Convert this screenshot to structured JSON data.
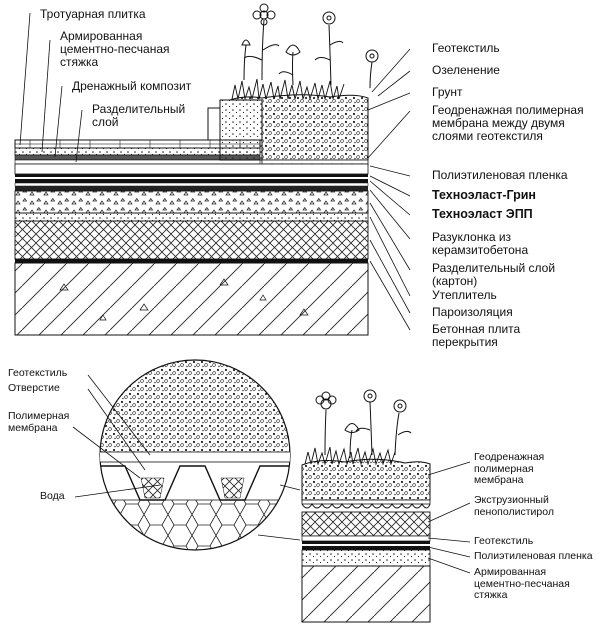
{
  "main_section": {
    "left_labels": [
      {
        "id": "tile",
        "text": "Тротуарная плитка"
      },
      {
        "id": "screed",
        "text": "Армированная\nцементно-песчаная\nстяжка"
      },
      {
        "id": "drain_comp",
        "text": "Дренажный композит"
      },
      {
        "id": "sep",
        "text": "Разделительный\nслой"
      }
    ],
    "right_labels": [
      {
        "id": "geotex",
        "text": "Геотекстиль",
        "bold": false
      },
      {
        "id": "green",
        "text": "Озеленение",
        "bold": false
      },
      {
        "id": "soil",
        "text": "Грунт",
        "bold": false
      },
      {
        "id": "membrane",
        "text": "Геодренажная полимерная\nмембрана между двумя\nслоями геотекстиля",
        "bold": false
      },
      {
        "id": "pe",
        "text": "Полиэтиленовая пленка",
        "bold": false
      },
      {
        "id": "tgreen",
        "text": "Техноэласт-Грин",
        "bold": true
      },
      {
        "id": "tepp",
        "text": "Техноэласт ЭПП",
        "bold": true
      },
      {
        "id": "slope",
        "text": "Разуклонка из\nкерамзитобетона",
        "bold": false
      },
      {
        "id": "sep2",
        "text": "Разделительный слой\n(картон)",
        "bold": false
      },
      {
        "id": "insul",
        "text": "Утеплитель",
        "bold": false
      },
      {
        "id": "vapor",
        "text": "Пароизоляция",
        "bold": false
      },
      {
        "id": "slab",
        "text": "Бетонная плита\nперекрытия",
        "bold": false
      }
    ]
  },
  "detail_section": {
    "left_labels": [
      {
        "id": "d_geotex",
        "text": "Геотекстиль"
      },
      {
        "id": "d_hole",
        "text": "Отверстие"
      },
      {
        "id": "d_poly",
        "text": "Полимерная\nмембрана"
      },
      {
        "id": "d_water",
        "text": "Вода"
      }
    ],
    "right_labels": [
      {
        "id": "r_membrane",
        "text": "Геодренажная\nполимерная\nмембрана"
      },
      {
        "id": "r_xps",
        "text": "Экструзионный\nпенополистирол"
      },
      {
        "id": "r_geotex",
        "text": "Геотекстиль"
      },
      {
        "id": "r_pe",
        "text": "Полиэтиленовая пленка"
      },
      {
        "id": "r_screed",
        "text": "Армированная\nцементно-песчаная\nстяжка"
      }
    ]
  },
  "colors": {
    "ink": "#111111",
    "paper": "#ffffff"
  }
}
